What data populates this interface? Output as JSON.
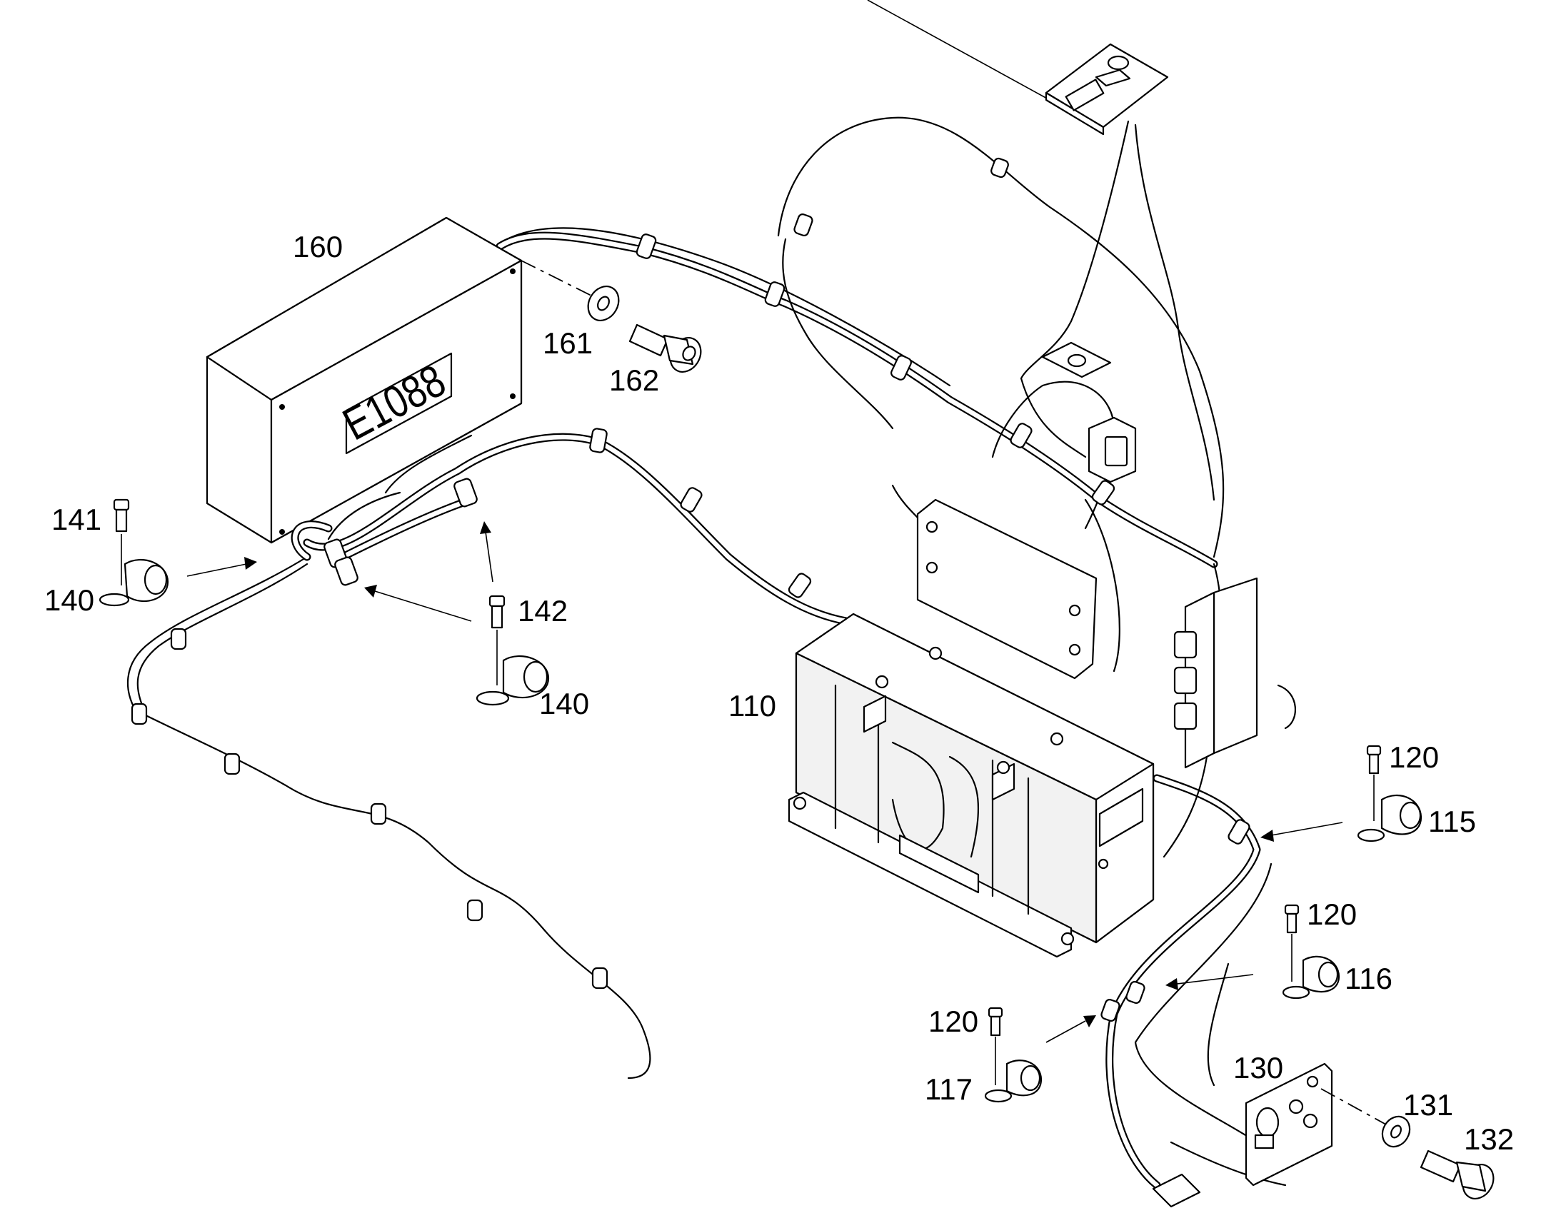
{
  "plate_text": "E1088",
  "callouts": {
    "c160": "160",
    "c161": "161",
    "c162": "162",
    "c141": "141",
    "c140a": "140",
    "c142": "142",
    "c140b": "140",
    "c110": "110",
    "c120a": "120",
    "c115": "115",
    "c120b": "120",
    "c116": "116",
    "c120c": "120",
    "c117": "117",
    "c130": "130",
    "c131": "131",
    "c132": "132"
  }
}
